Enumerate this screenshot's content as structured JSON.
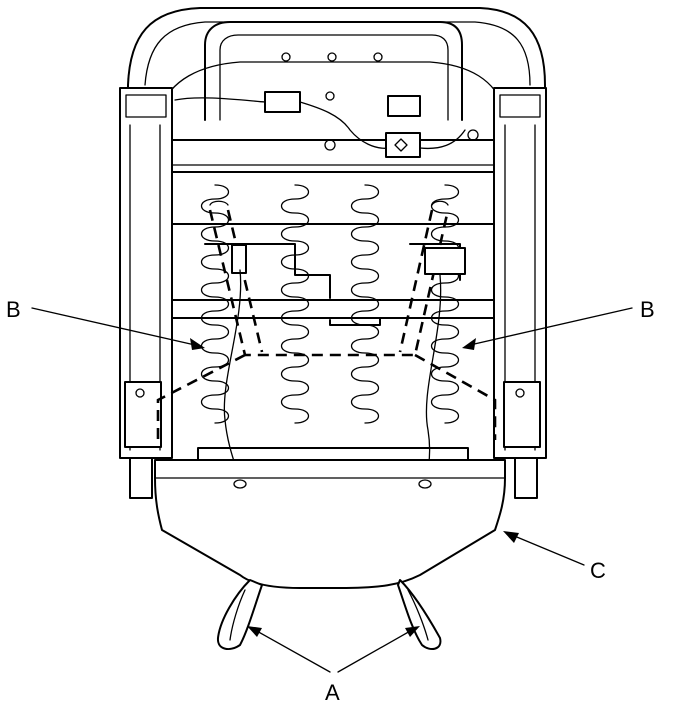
{
  "callouts": {
    "a": "A",
    "b_left": "B",
    "b_right": "B",
    "c": "C"
  }
}
